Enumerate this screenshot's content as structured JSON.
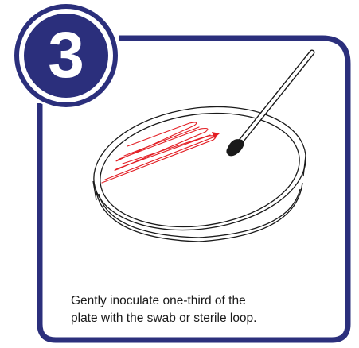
{
  "step": {
    "number": "3"
  },
  "caption": {
    "line1": "Gently inoculate one-third of the",
    "line2": "plate with the swab or sterile loop."
  },
  "illustration": {
    "subject": "petri dish with swab streaking",
    "icons": [
      "petri-dish-icon",
      "swab-icon",
      "streak-lines-icon"
    ]
  },
  "colors": {
    "frame": "#2b2f7c",
    "badge_fill": "#2b2f7c",
    "streak": "#e31e24",
    "line_art": "#1a1a1a",
    "swab_tip": "#1a1a1a"
  }
}
